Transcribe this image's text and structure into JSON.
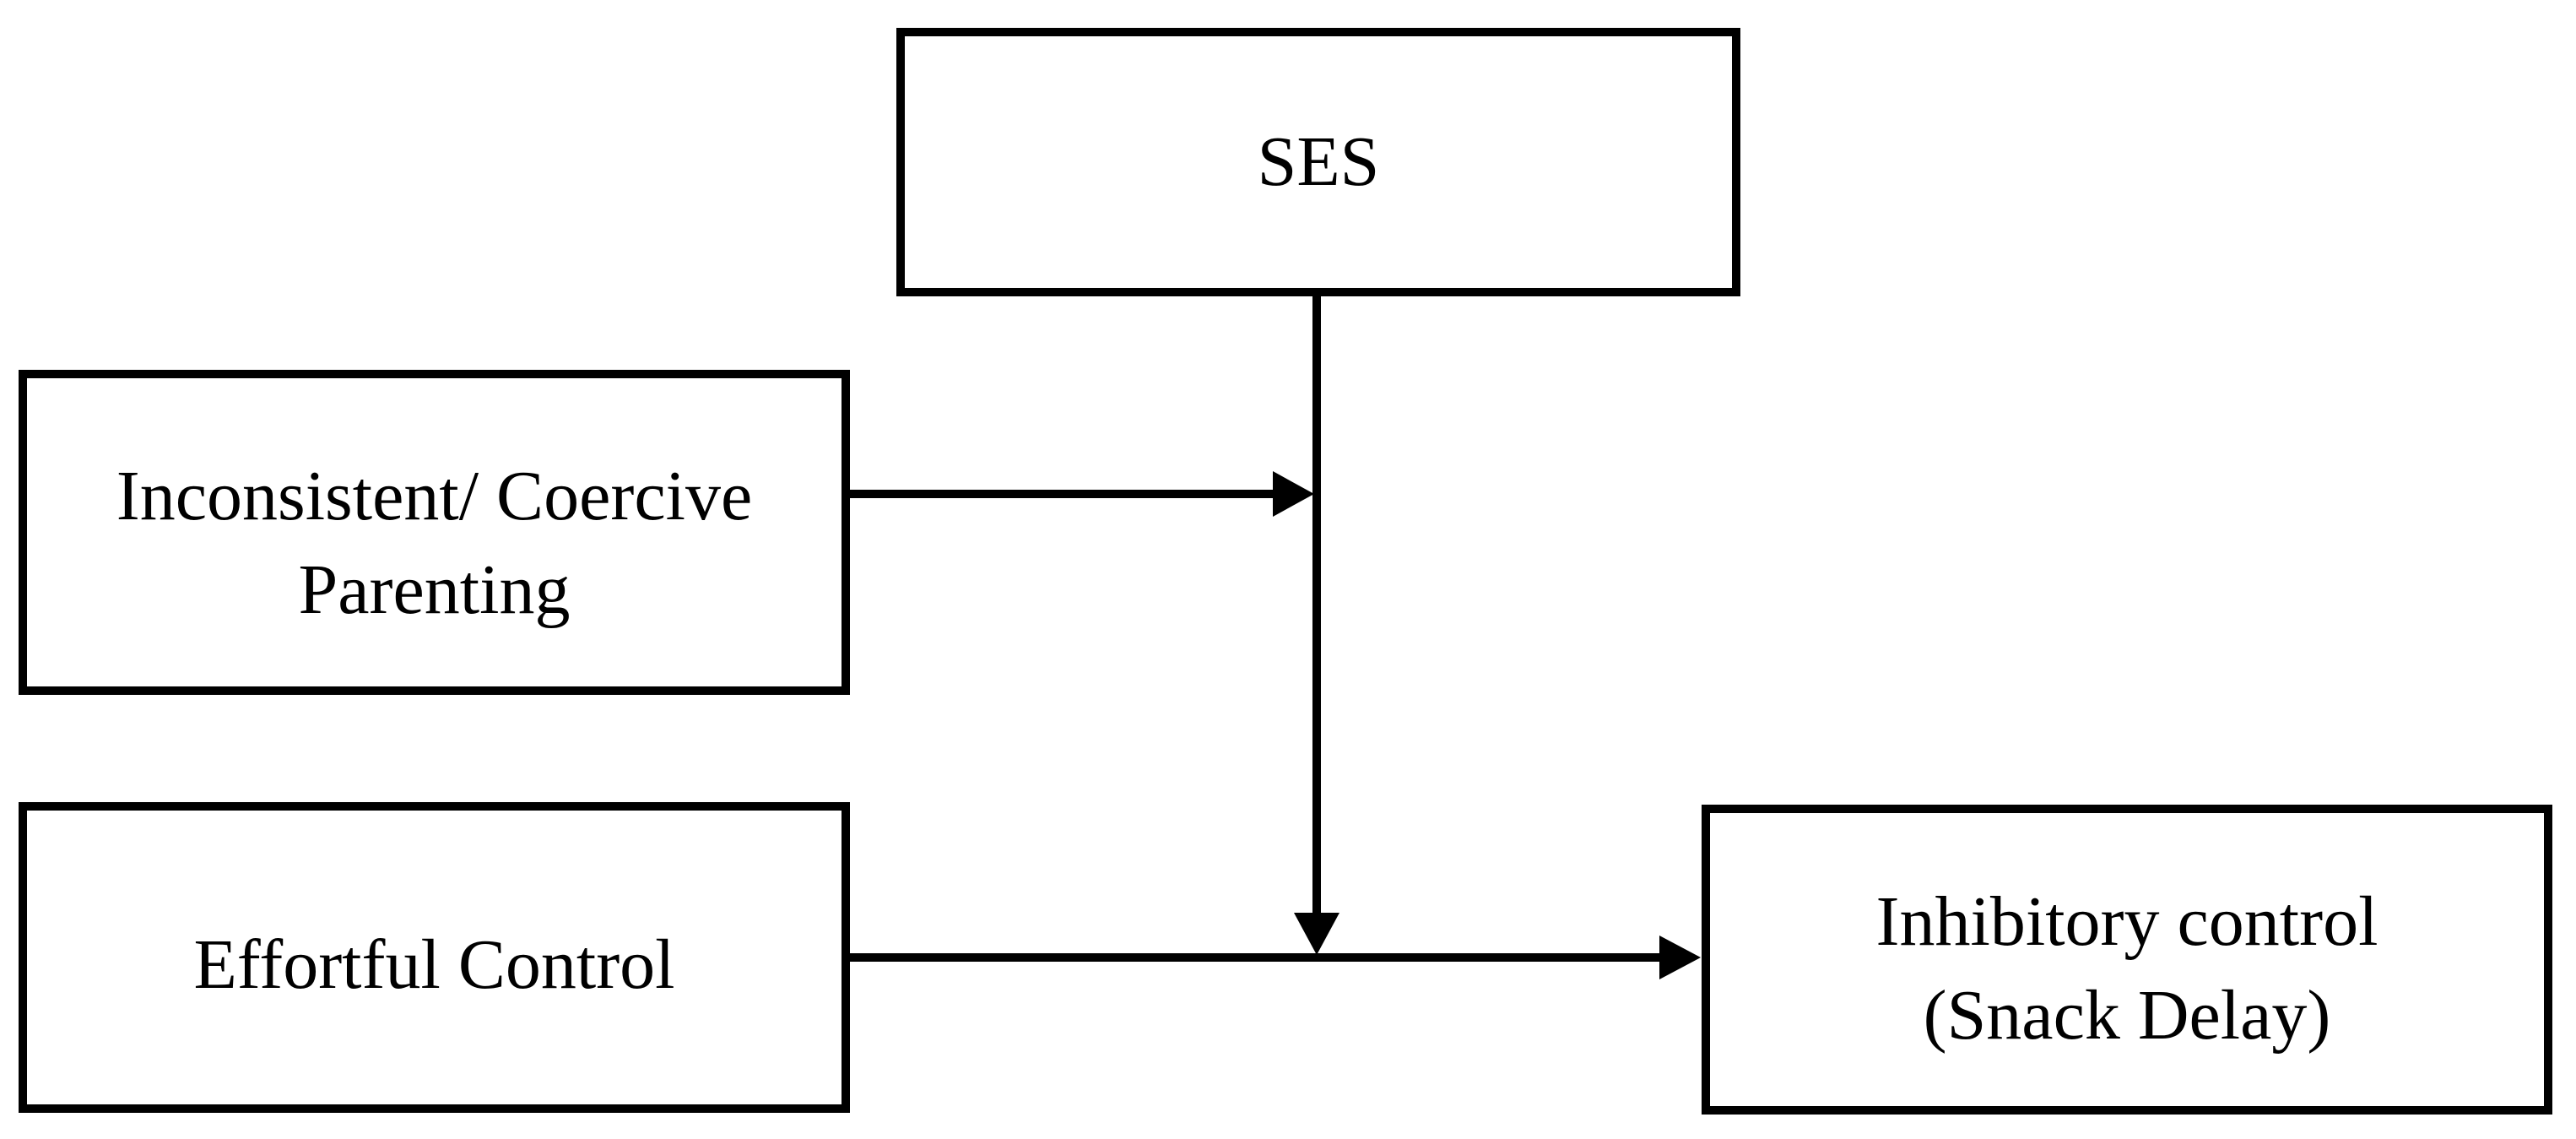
{
  "diagram": {
    "type": "path-model",
    "background_color": "#ffffff",
    "line_color": "#000000",
    "nodes": [
      {
        "id": "ses",
        "lines": [
          "SES"
        ]
      },
      {
        "id": "inconsistent-coercive-parenting",
        "lines": [
          "Inconsistent/ Coercive",
          "Parenting"
        ]
      },
      {
        "id": "effortful-control",
        "lines": [
          "Effortful Control"
        ]
      },
      {
        "id": "inhibitory-control-snack-delay",
        "lines": [
          "Inhibitory control",
          "(Snack Delay)"
        ]
      }
    ],
    "edges": [
      {
        "from": "inconsistent-coercive-parenting",
        "to": "ses-vertical-path",
        "direction": "right",
        "style": "solid-arrow"
      },
      {
        "from": "ses",
        "to": "effortful-control-to-inhibitory-control-path",
        "direction": "down",
        "style": "solid-arrow"
      },
      {
        "from": "effortful-control",
        "to": "inhibitory-control-snack-delay",
        "direction": "right",
        "style": "solid-arrow"
      }
    ]
  }
}
